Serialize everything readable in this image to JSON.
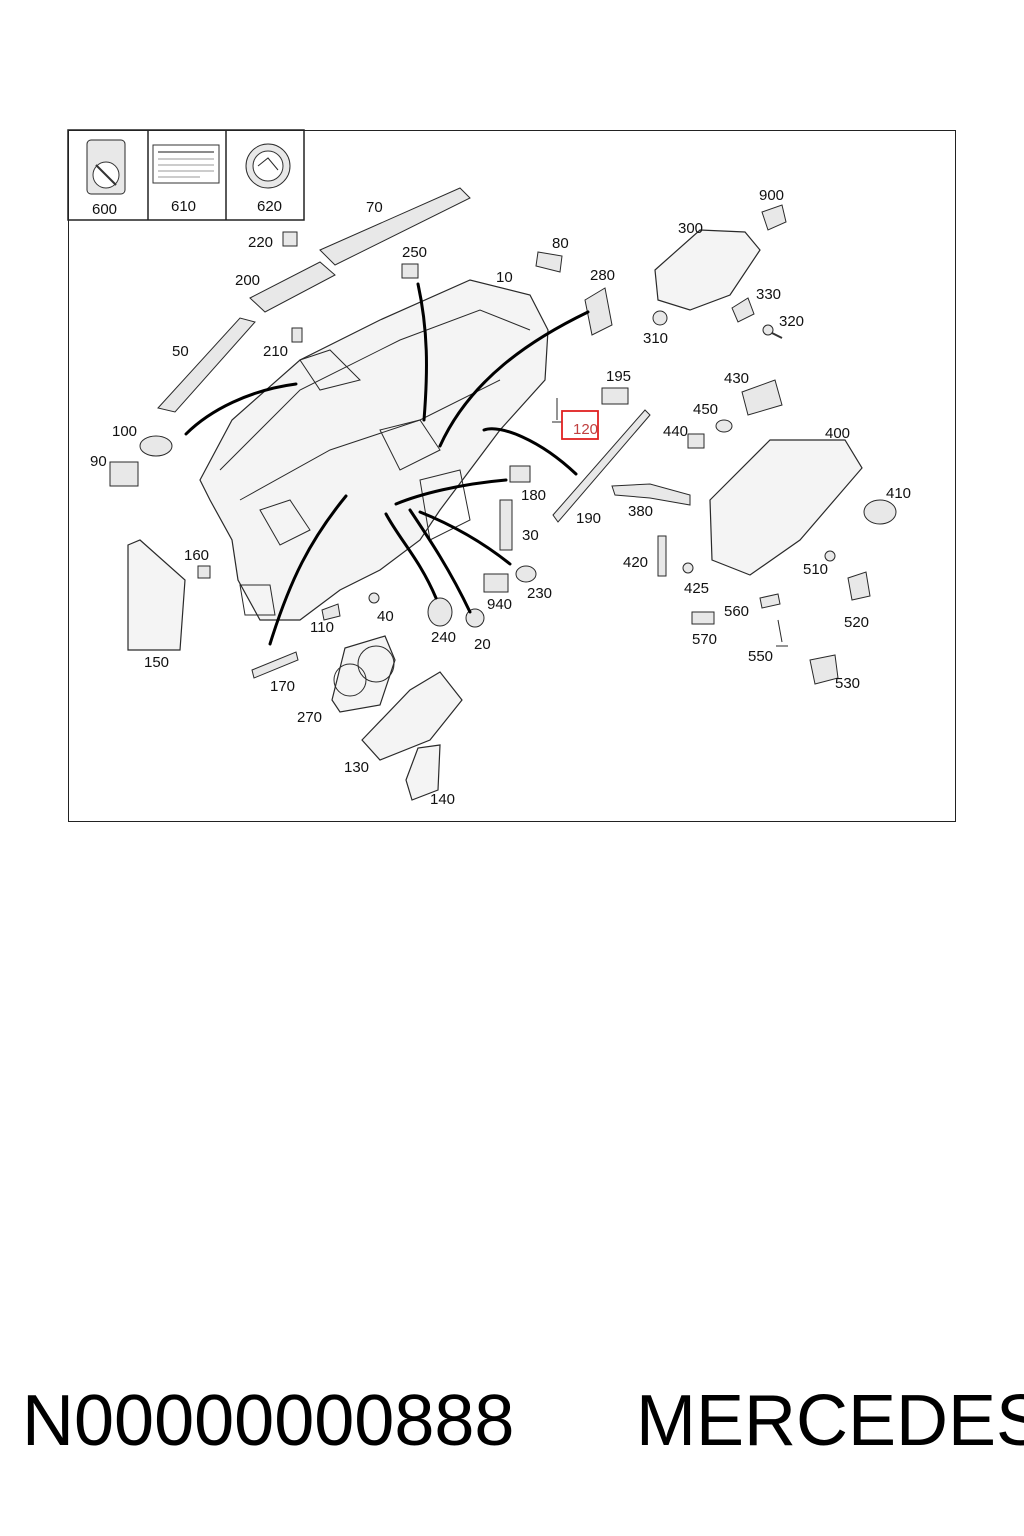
{
  "parts": [
    {
      "id": "p600",
      "label": "600"
    },
    {
      "id": "p610",
      "label": "610"
    },
    {
      "id": "p620",
      "label": "620"
    },
    {
      "id": "p70",
      "label": "70"
    },
    {
      "id": "p220",
      "label": "220"
    },
    {
      "id": "p250",
      "label": "250"
    },
    {
      "id": "p10",
      "label": "10"
    },
    {
      "id": "p80",
      "label": "80"
    },
    {
      "id": "p280",
      "label": "280"
    },
    {
      "id": "p300",
      "label": "300"
    },
    {
      "id": "p900",
      "label": "900"
    },
    {
      "id": "p330",
      "label": "330"
    },
    {
      "id": "p320",
      "label": "320"
    },
    {
      "id": "p310",
      "label": "310"
    },
    {
      "id": "p200",
      "label": "200"
    },
    {
      "id": "p210",
      "label": "210"
    },
    {
      "id": "p50",
      "label": "50"
    },
    {
      "id": "p195",
      "label": "195"
    },
    {
      "id": "p430",
      "label": "430"
    },
    {
      "id": "p450",
      "label": "450"
    },
    {
      "id": "p440",
      "label": "440"
    },
    {
      "id": "p400",
      "label": "400"
    },
    {
      "id": "p100",
      "label": "100"
    },
    {
      "id": "p90",
      "label": "90"
    },
    {
      "id": "p120",
      "label": "120"
    },
    {
      "id": "p180",
      "label": "180"
    },
    {
      "id": "p190",
      "label": "190"
    },
    {
      "id": "p380",
      "label": "380"
    },
    {
      "id": "p410",
      "label": "410"
    },
    {
      "id": "p30",
      "label": "30"
    },
    {
      "id": "p160",
      "label": "160"
    },
    {
      "id": "p420",
      "label": "420"
    },
    {
      "id": "p510",
      "label": "510"
    },
    {
      "id": "p230",
      "label": "230"
    },
    {
      "id": "p425",
      "label": "425"
    },
    {
      "id": "p940",
      "label": "940"
    },
    {
      "id": "p40",
      "label": "40"
    },
    {
      "id": "p560",
      "label": "560"
    },
    {
      "id": "p110",
      "label": "110"
    },
    {
      "id": "p520",
      "label": "520"
    },
    {
      "id": "p240",
      "label": "240"
    },
    {
      "id": "p20",
      "label": "20"
    },
    {
      "id": "p570",
      "label": "570"
    },
    {
      "id": "p150",
      "label": "150"
    },
    {
      "id": "p550",
      "label": "550"
    },
    {
      "id": "p530",
      "label": "530"
    },
    {
      "id": "p170",
      "label": "170"
    },
    {
      "id": "p270",
      "label": "270"
    },
    {
      "id": "p130",
      "label": "130"
    },
    {
      "id": "p140",
      "label": "140"
    }
  ],
  "highlighted_part": "120",
  "footer": {
    "part_number": "N00000000888",
    "brand": "MERCEDES"
  },
  "colors": {
    "highlight": "#e02020",
    "line": "#111111"
  }
}
